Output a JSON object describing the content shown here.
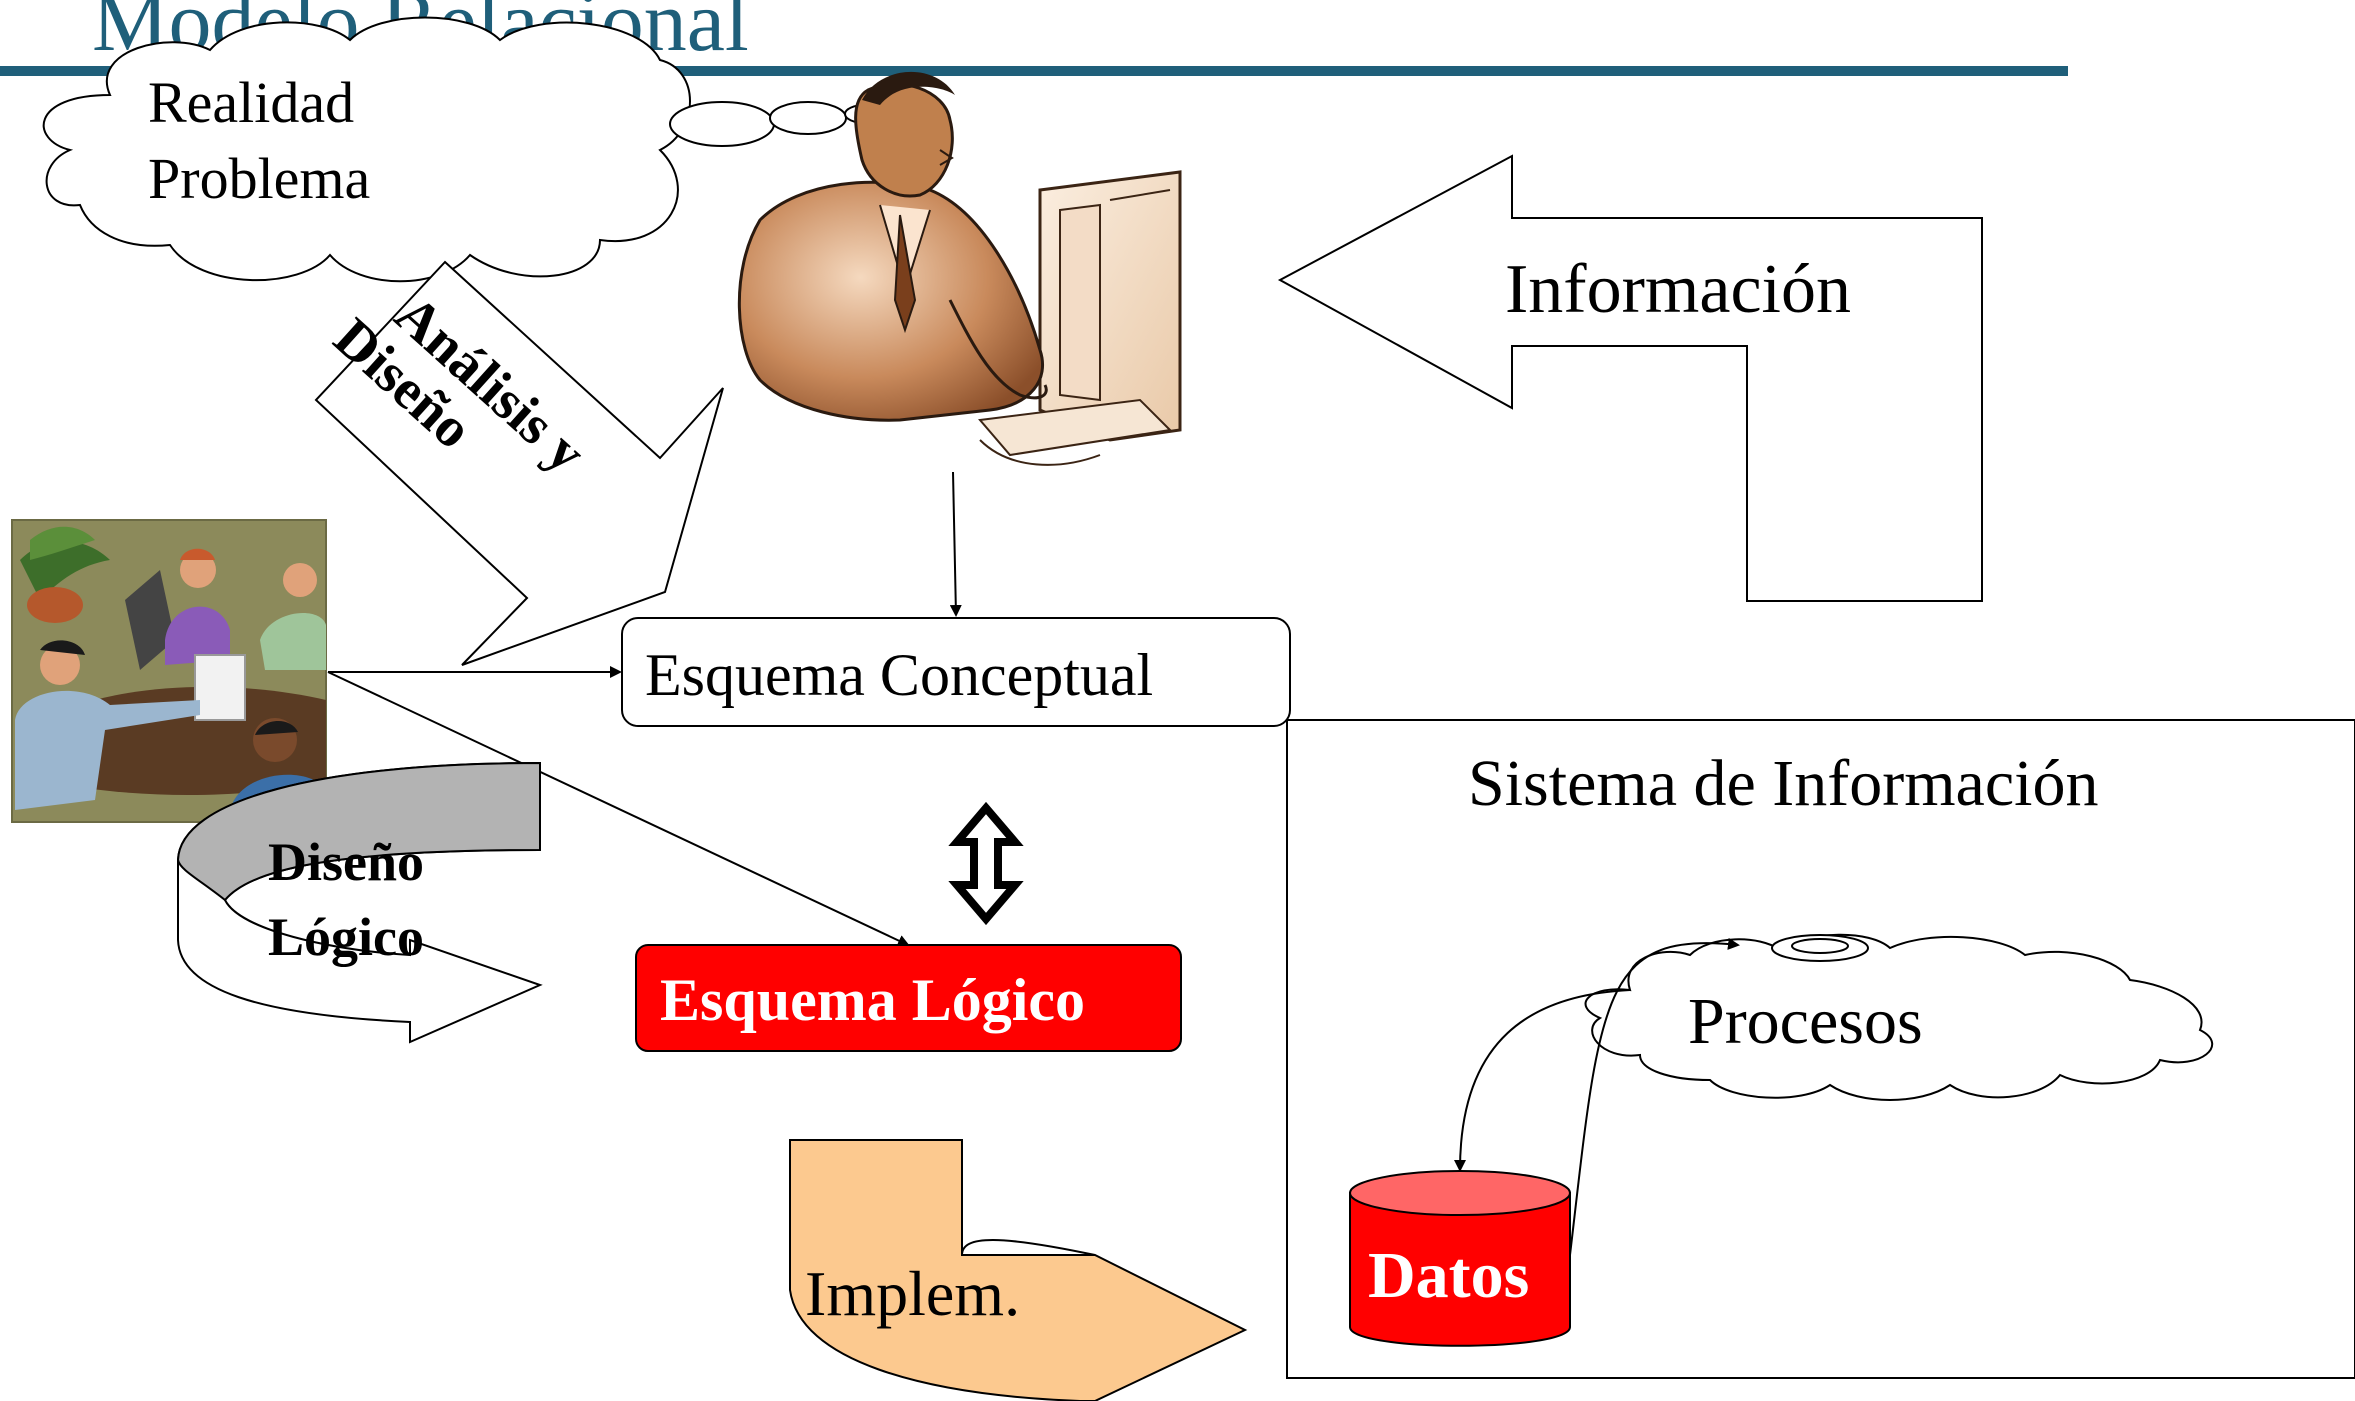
{
  "slide": {
    "title": "Modelo Relacional",
    "title_color": "#1f5f7a"
  },
  "thought_cloud": {
    "line1": "Realidad",
    "line2": "Problema"
  },
  "analysis_arrow": {
    "line1": "Análisis y",
    "line2": "Diseño"
  },
  "info_arrow": {
    "label": "Información"
  },
  "conceptual_box": {
    "label": "Esquema Conceptual"
  },
  "logical_arrow": {
    "line1": "Diseño",
    "line2": "Lógico"
  },
  "logical_box": {
    "label": "Esquema Lógico",
    "color": "#ff0000"
  },
  "implem_arrow": {
    "label": "Implem.",
    "color": "#fcc98f"
  },
  "info_system": {
    "title": "Sistema de Información",
    "processes": "Procesos",
    "data": "Datos",
    "data_color": "#ff0000"
  },
  "icons": {
    "thinker": "person-at-computer-clipart",
    "meeting": "team-meeting-clipart",
    "double_arrow": "up-down-double-arrow"
  }
}
